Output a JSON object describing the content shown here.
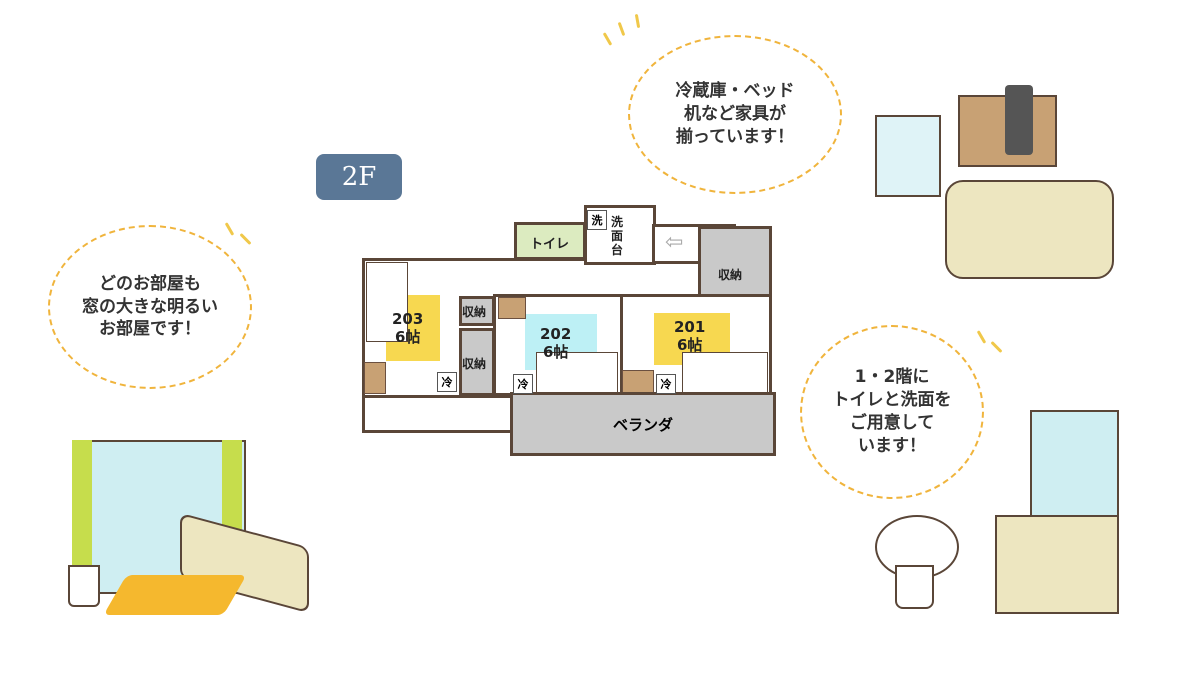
{
  "floor_badge": "2F",
  "bubbles": {
    "left": [
      "どのお部屋も",
      "窓の大きな明るい",
      "お部屋です！"
    ],
    "top": [
      "冷蔵庫・ベッド",
      "机など家具が",
      "揃っています！"
    ],
    "right": [
      "1・2階に",
      "トイレと洗面を",
      "ご用意して",
      "います！"
    ]
  },
  "floorplan": {
    "rooms": [
      {
        "number": "203",
        "size": "6帖"
      },
      {
        "number": "202",
        "size": "6帖"
      },
      {
        "number": "201",
        "size": "6帖"
      }
    ],
    "toilet": "トイレ",
    "washer": "洗",
    "washbasin": "洗面台",
    "storage": "収納",
    "fridge": "冷",
    "veranda": "ベランダ"
  },
  "colors": {
    "badge": "#5a7796",
    "bubble_border": "#f0b43c",
    "room_yellow": "#f7d850",
    "room_cyan": "#bdf0f5",
    "toilet_green": "#dcebc0",
    "veranda": "#c9c9c9"
  }
}
